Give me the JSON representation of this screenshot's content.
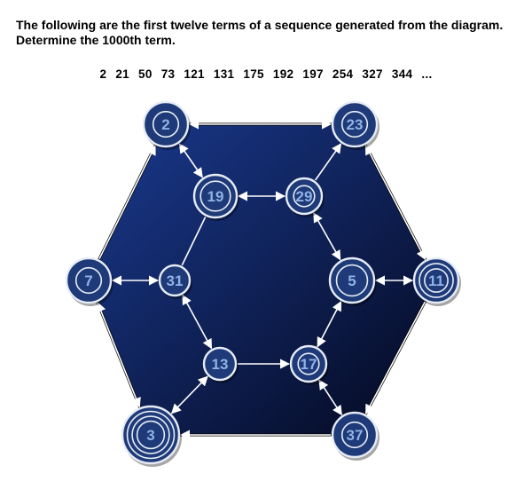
{
  "question": {
    "line1": "The following are the first twelve terms of a sequence generated from the diagram.",
    "line2": "Determine the 1000th term."
  },
  "sequence": {
    "terms": [
      "2",
      "21",
      "50",
      "73",
      "121",
      "131",
      "175",
      "192",
      "197",
      "254",
      "327",
      "344"
    ],
    "ellipsis": "..."
  },
  "nodes": [
    {
      "id": "n2",
      "label": "2",
      "rings": 2
    },
    {
      "id": "n23",
      "label": "23",
      "rings": 2
    },
    {
      "id": "n7",
      "label": "7",
      "rings": 2
    },
    {
      "id": "n11",
      "label": "11",
      "rings": 4
    },
    {
      "id": "n3",
      "label": "3",
      "rings": 6
    },
    {
      "id": "n37",
      "label": "37",
      "rings": 2
    },
    {
      "id": "n19",
      "label": "19",
      "rings": 3
    },
    {
      "id": "n29",
      "label": "29",
      "rings": 2
    },
    {
      "id": "n31",
      "label": "31",
      "rings": 1
    },
    {
      "id": "n5",
      "label": "5",
      "rings": 3
    },
    {
      "id": "n13",
      "label": "13",
      "rings": 1
    },
    {
      "id": "n17",
      "label": "17",
      "rings": 2
    }
  ],
  "edges": [
    {
      "from": "n2",
      "to": "n23",
      "heads": "both"
    },
    {
      "from": "n23",
      "to": "n11",
      "heads": "both"
    },
    {
      "from": "n11",
      "to": "n37",
      "heads": "end"
    },
    {
      "from": "n37",
      "to": "n3",
      "heads": "end"
    },
    {
      "from": "n3",
      "to": "n7",
      "heads": "both"
    },
    {
      "from": "n7",
      "to": "n2",
      "heads": "end"
    },
    {
      "from": "n2",
      "to": "n19",
      "heads": "both"
    },
    {
      "from": "n29",
      "to": "n23",
      "heads": "end"
    },
    {
      "from": "n19",
      "to": "n29",
      "heads": "both"
    },
    {
      "from": "n29",
      "to": "n5",
      "heads": "both"
    },
    {
      "from": "n5",
      "to": "n17",
      "heads": "both"
    },
    {
      "from": "n13",
      "to": "n17",
      "heads": "end"
    },
    {
      "from": "n31",
      "to": "n13",
      "heads": "both"
    },
    {
      "from": "n19",
      "to": "n31",
      "heads": "none"
    },
    {
      "from": "n7",
      "to": "n31",
      "heads": "both"
    },
    {
      "from": "n5",
      "to": "n11",
      "heads": "both"
    },
    {
      "from": "n13",
      "to": "n3",
      "heads": "both"
    },
    {
      "from": "n17",
      "to": "n37",
      "heads": "both"
    }
  ],
  "colors": {
    "hex_fill_light": "#1a3a8f",
    "hex_fill_dark": "#04081e",
    "hex_outline": "#000000",
    "node_fill": "#1f3a78",
    "node_ring": "#e6ecf5",
    "node_label": "#8fb3e6",
    "arrow": "#ffffff"
  }
}
